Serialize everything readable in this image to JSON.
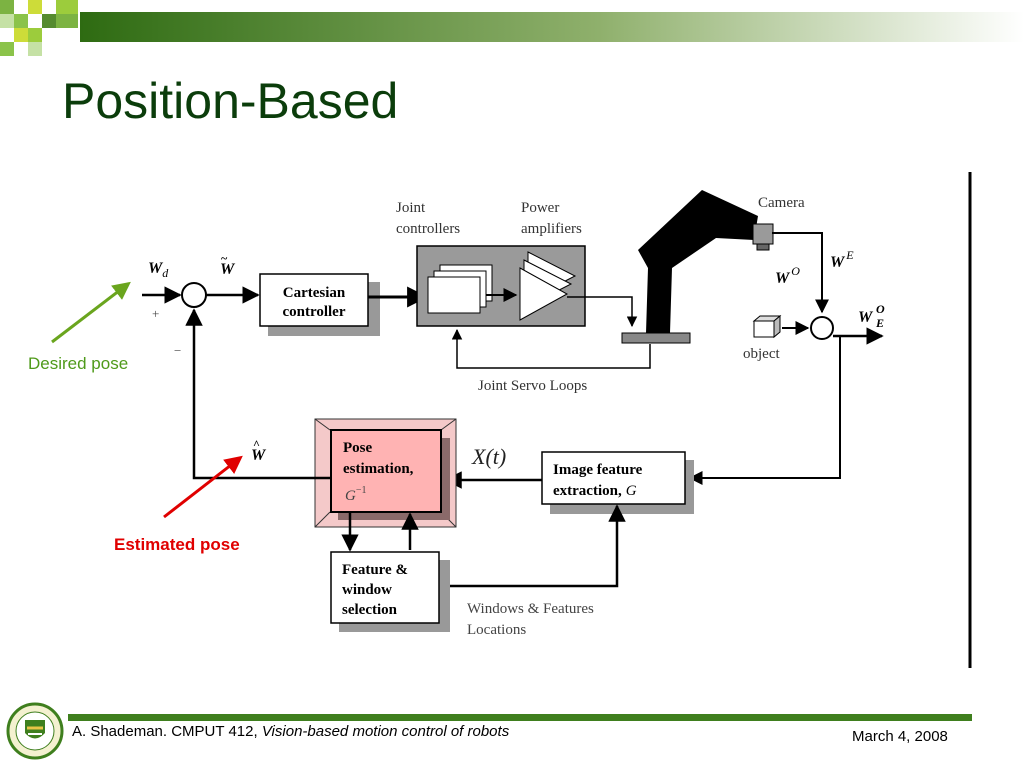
{
  "slide": {
    "title": "Position-Based"
  },
  "diagram": {
    "labels": {
      "joint_controllers_1": "Joint",
      "joint_controllers_2": "controllers",
      "power_amplifiers_1": "Power",
      "power_amplifiers_2": "amplifiers",
      "camera": "Camera",
      "object": "object",
      "joint_servo_loops": "Joint Servo Loops",
      "windows_features_1": "Windows & Features",
      "windows_features_2": "Locations",
      "plus_sign": "+",
      "minus_sign": "−"
    },
    "symbols": {
      "w_d_main": "W",
      "w_d_sub": "d",
      "w_tilde": "W",
      "w_hat": "W",
      "w_e_main": "W",
      "w_e_sup": "E",
      "w_o_main": "W",
      "w_o_sup": "O",
      "w_oe_main": "W",
      "w_oe_sup": "O",
      "w_oe_sub": "E",
      "x_t": "X(t)"
    },
    "blocks": {
      "cartesian_1": "Cartesian",
      "cartesian_2": "controller",
      "pose_1": "Pose",
      "pose_2": "estimation,",
      "pose_3_main": "G",
      "pose_3_sup": "−1",
      "image_1": "Image feature",
      "image_2_main": "extraction,",
      "image_2_var": "G",
      "feature_1": "Feature &",
      "feature_2": "window",
      "feature_3": "selection"
    }
  },
  "callouts": {
    "desired": "Desired pose",
    "estimated": "Estimated pose"
  },
  "footer": {
    "author": "A. Shademan. CMPUT 412,",
    "course_title": "Vision-based motion control of robots",
    "date": "March 4, 2008"
  },
  "colors": {
    "title": "#0b3d0b",
    "deco_green": "#4a8a1f",
    "footer_bar": "#3f7f1e",
    "desired_arrow": "#6aa51e",
    "estimated_arrow": "#e00000",
    "pose_fill": "#ffb3b3",
    "grey_box": "#9a9a9a"
  }
}
